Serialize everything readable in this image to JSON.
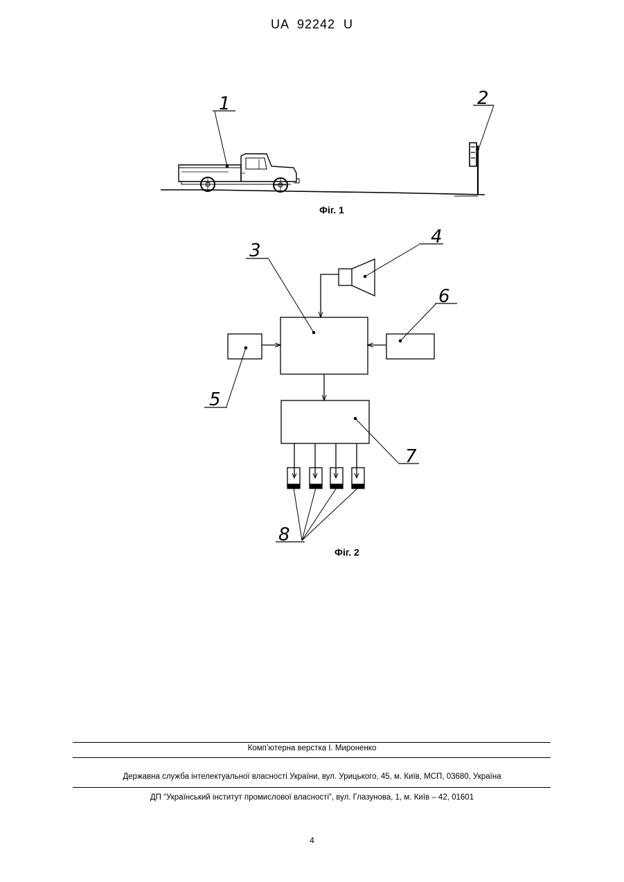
{
  "header": {
    "document_number": "UA   92242   U"
  },
  "figures": {
    "fig1": {
      "caption": "Фіг. 1",
      "labels": [
        "1",
        "2"
      ]
    },
    "fig2": {
      "caption": "Фіг. 2",
      "labels": [
        "3",
        "4",
        "5",
        "6",
        "7",
        "8"
      ]
    }
  },
  "footer": {
    "layout_credit": "Комп’ютерна верстка І. Мироненко",
    "agency": "Державна служба інтелектуальної власності України, вул. Урицького, 45, м. Київ, МСП, 03680, Україна",
    "publisher": "ДП “Український інститут промислової власності”, вул. Глазунова, 1, м. Київ – 42, 01601"
  },
  "page_number": "4"
}
